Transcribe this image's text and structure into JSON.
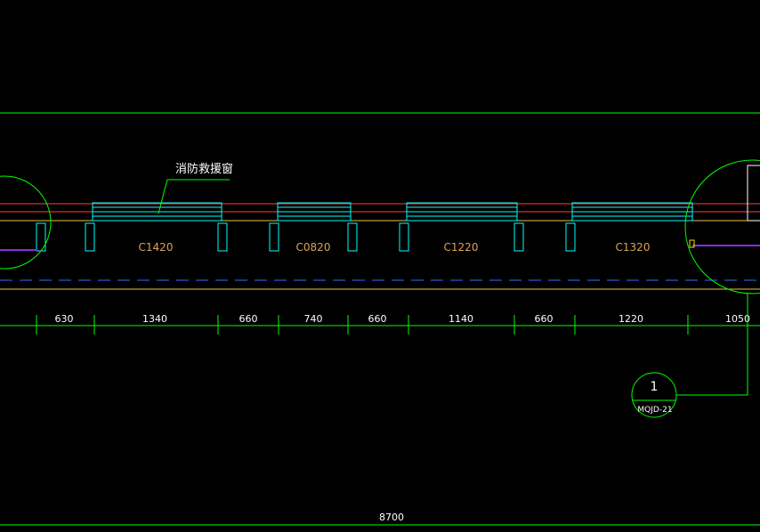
{
  "drawing": {
    "annotation": "消防救援窗",
    "windows": [
      "C1420",
      "C0820",
      "C1220",
      "C1320"
    ],
    "dimensions": [
      "630",
      "1340",
      "660",
      "740",
      "660",
      "1140",
      "660",
      "1220",
      "1050"
    ],
    "overall_dimension": "8700",
    "detail_tag": {
      "number": "1",
      "reference": "MQJD-21"
    }
  },
  "colors": {
    "background": "#000000",
    "dimension_line": "#00ff00",
    "glazing": "#00ffff",
    "mullion": "#00ffff",
    "wall_line": "#ff4040",
    "floor_line": "#e8c44a",
    "axis_line": "#2e6fff",
    "detail_circle": "#00ff00",
    "accent": "#8a2be2"
  }
}
